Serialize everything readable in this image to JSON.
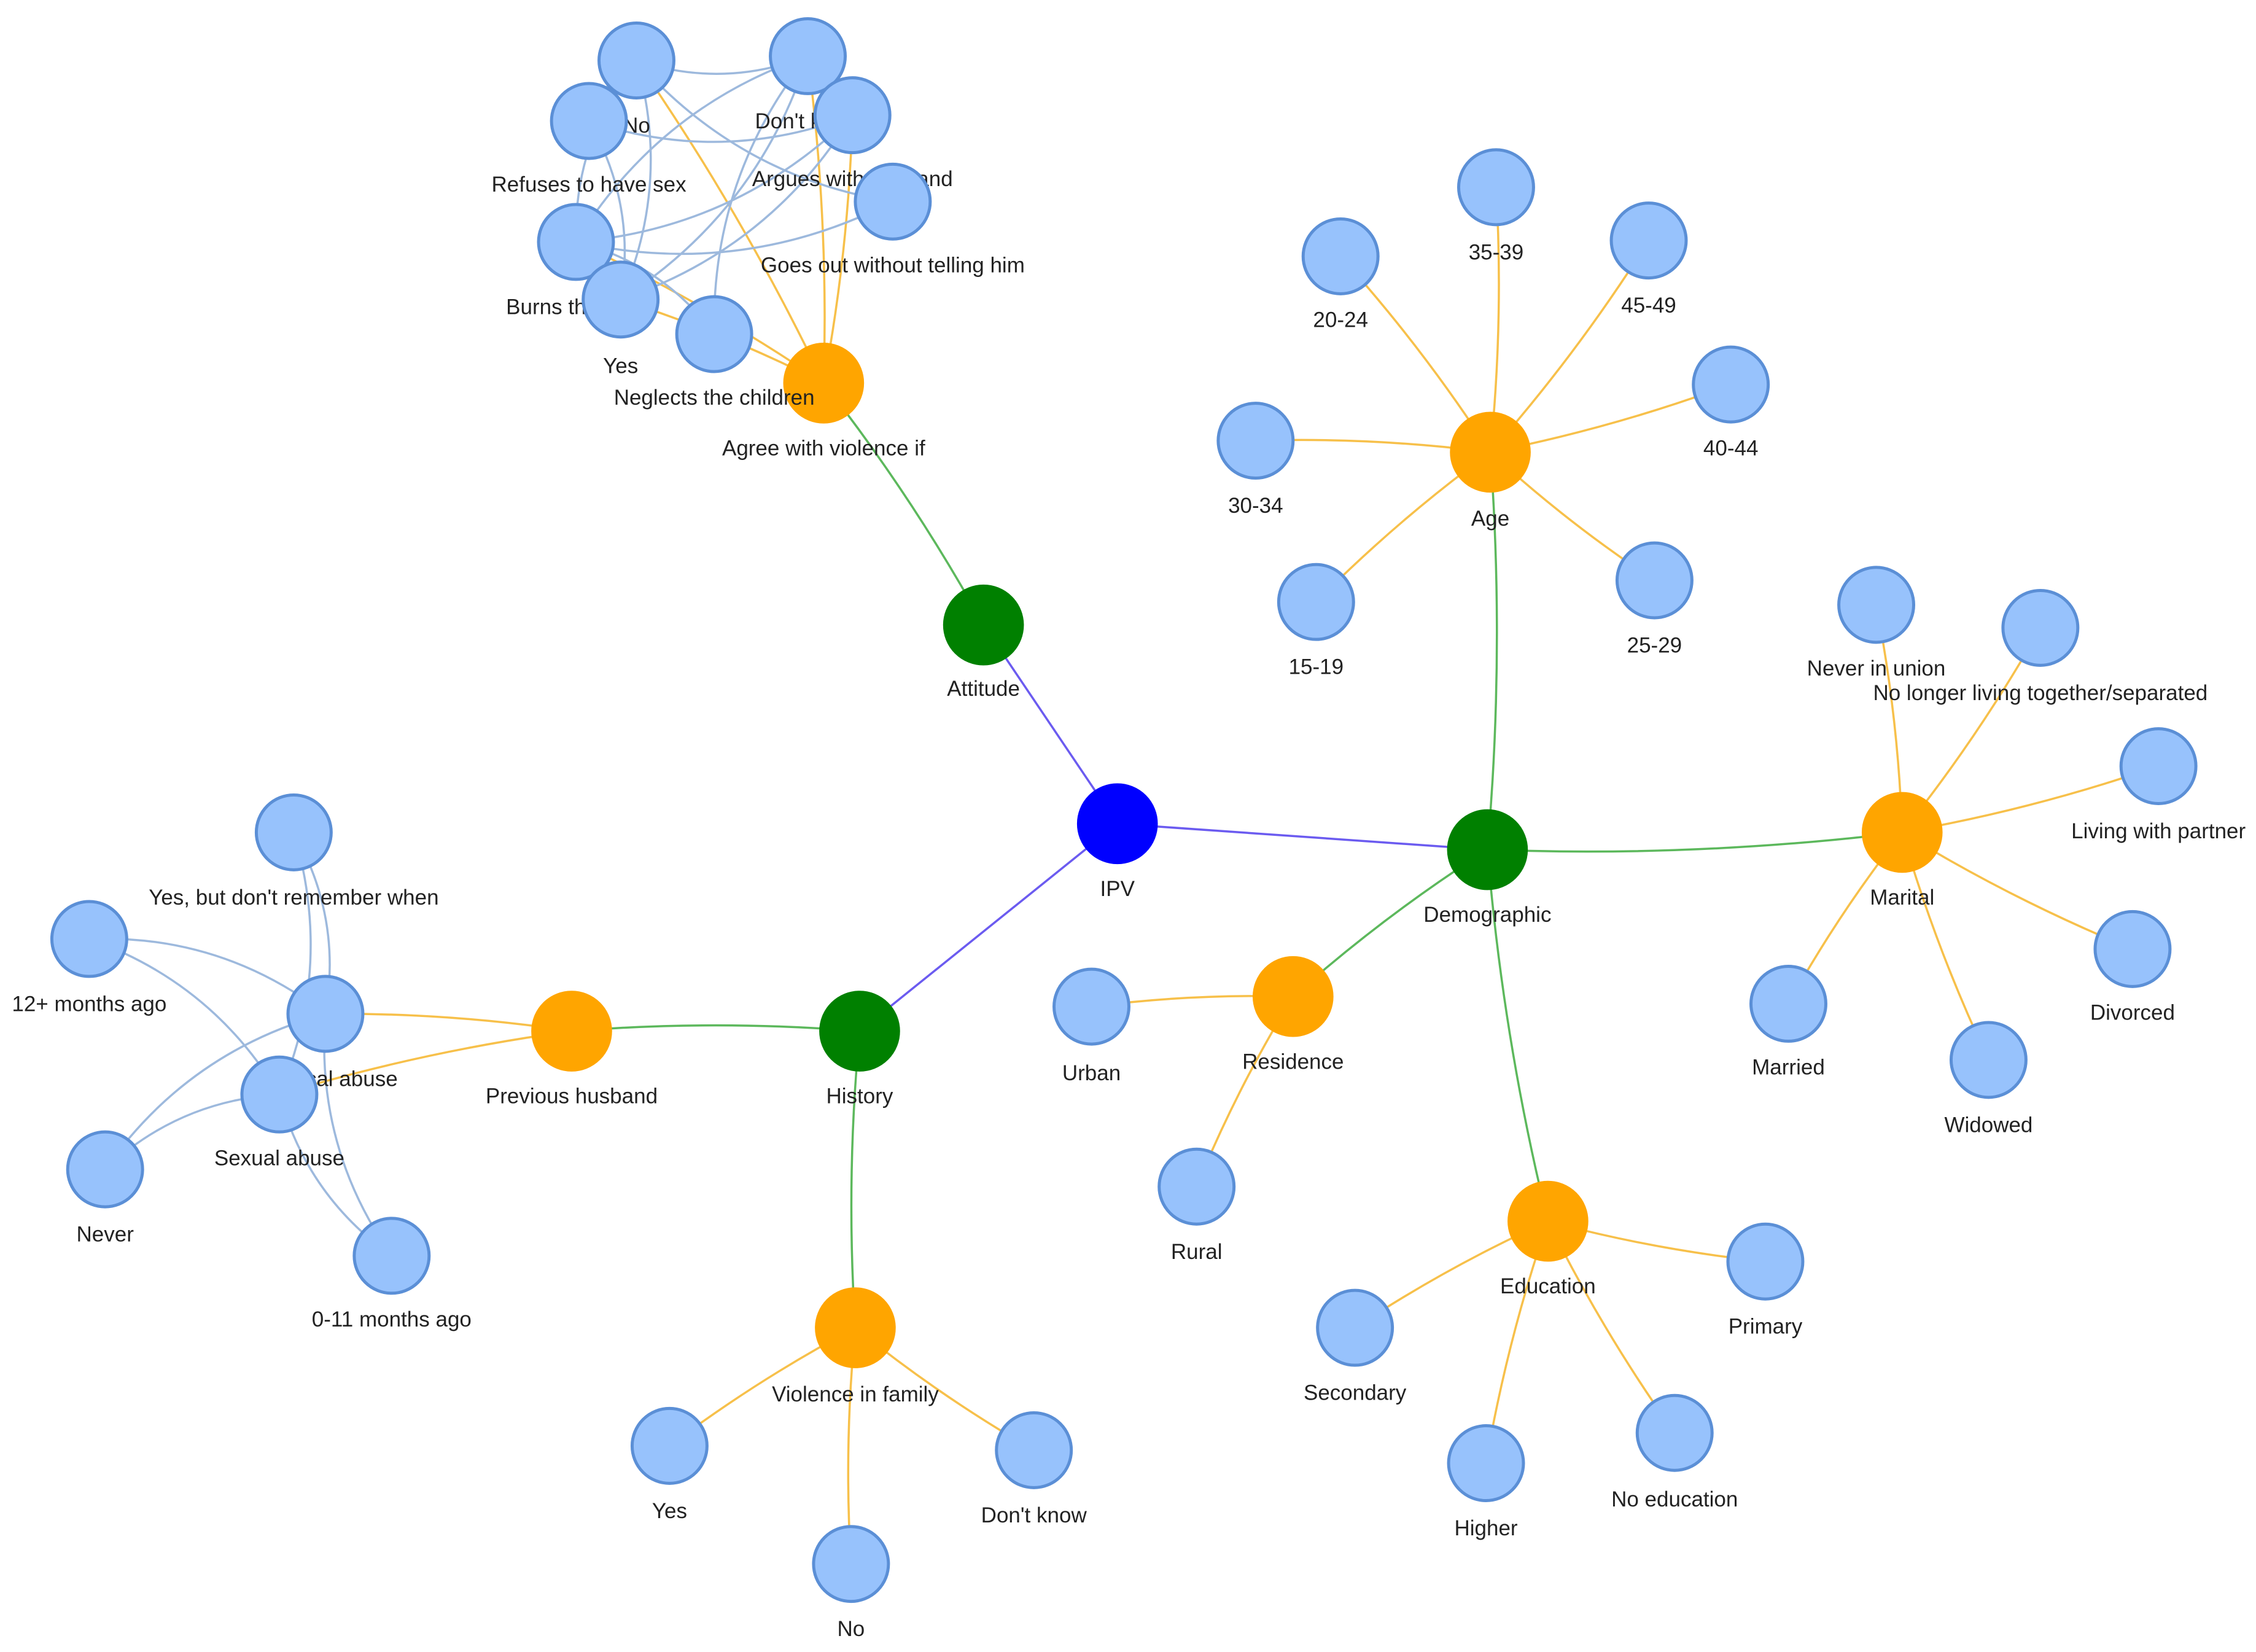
{
  "colors": {
    "root": "#0000ff",
    "category": "#008000",
    "variable": "#ffa500",
    "value": "#97c2fc",
    "value_border": "#5b8fd6",
    "edge_root": "#6b5bf0",
    "edge_category": "#5cb85c",
    "edge_variable": "#f7c04a",
    "edge_value": "#9db9dd"
  },
  "nodes": [
    {
      "id": "ipv",
      "label": "IPV",
      "kind": "root"
    },
    {
      "id": "attitude",
      "label": "Attitude",
      "kind": "category"
    },
    {
      "id": "history",
      "label": "History",
      "kind": "category"
    },
    {
      "id": "demographic",
      "label": "Demographic",
      "kind": "category"
    },
    {
      "id": "agree",
      "label": "Agree with violence if",
      "kind": "variable"
    },
    {
      "id": "prevhusband",
      "label": "Previous husband",
      "kind": "variable"
    },
    {
      "id": "violfamily",
      "label": "Violence in family",
      "kind": "variable"
    },
    {
      "id": "age",
      "label": "Age",
      "kind": "variable"
    },
    {
      "id": "marital",
      "label": "Marital",
      "kind": "variable"
    },
    {
      "id": "residence",
      "label": "Residence",
      "kind": "variable"
    },
    {
      "id": "education",
      "label": "Education",
      "kind": "variable"
    },
    {
      "id": "ag_no",
      "label": "No",
      "kind": "value"
    },
    {
      "id": "ag_dontknow",
      "label": "Don't know",
      "kind": "value"
    },
    {
      "id": "ag_refuses",
      "label": "Refuses to have sex",
      "kind": "value"
    },
    {
      "id": "ag_argues",
      "label": "Argues with husband",
      "kind": "value"
    },
    {
      "id": "ag_goesout",
      "label": "Goes out without telling him",
      "kind": "value"
    },
    {
      "id": "ag_burns",
      "label": "Burns the food",
      "kind": "value"
    },
    {
      "id": "ag_yes",
      "label": "Yes",
      "kind": "value"
    },
    {
      "id": "ag_neglects",
      "label": "Neglects the children",
      "kind": "value"
    },
    {
      "id": "age_2024",
      "label": "20-24",
      "kind": "value"
    },
    {
      "id": "age_3539",
      "label": "35-39",
      "kind": "value"
    },
    {
      "id": "age_4549",
      "label": "45-49",
      "kind": "value"
    },
    {
      "id": "age_4044",
      "label": "40-44",
      "kind": "value"
    },
    {
      "id": "age_3034",
      "label": "30-34",
      "kind": "value"
    },
    {
      "id": "age_1519",
      "label": "15-19",
      "kind": "value"
    },
    {
      "id": "age_2529",
      "label": "25-29",
      "kind": "value"
    },
    {
      "id": "mar_never",
      "label": "Never in union",
      "kind": "value"
    },
    {
      "id": "mar_nolonger",
      "label": "No longer living together/separated",
      "kind": "value"
    },
    {
      "id": "mar_living",
      "label": "Living with partner",
      "kind": "value"
    },
    {
      "id": "mar_divorced",
      "label": "Divorced",
      "kind": "value"
    },
    {
      "id": "mar_widowed",
      "label": "Widowed",
      "kind": "value"
    },
    {
      "id": "mar_married",
      "label": "Married",
      "kind": "value"
    },
    {
      "id": "res_urban",
      "label": "Urban",
      "kind": "value"
    },
    {
      "id": "res_rural",
      "label": "Rural",
      "kind": "value"
    },
    {
      "id": "edu_secondary",
      "label": "Secondary",
      "kind": "value"
    },
    {
      "id": "edu_primary",
      "label": "Primary",
      "kind": "value"
    },
    {
      "id": "edu_higher",
      "label": "Higher",
      "kind": "value"
    },
    {
      "id": "edu_noedu",
      "label": "No education",
      "kind": "value"
    },
    {
      "id": "ph_yesdont",
      "label": "Yes, but don't remember when",
      "kind": "value"
    },
    {
      "id": "ph_12plus",
      "label": "12+ months ago",
      "kind": "value"
    },
    {
      "id": "ph_physical",
      "label": "Physical abuse",
      "kind": "value"
    },
    {
      "id": "ph_sexual",
      "label": "Sexual abuse",
      "kind": "value"
    },
    {
      "id": "ph_never",
      "label": "Never",
      "kind": "value"
    },
    {
      "id": "ph_011",
      "label": "0-11 months ago",
      "kind": "value"
    },
    {
      "id": "vf_yes",
      "label": "Yes",
      "kind": "value"
    },
    {
      "id": "vf_no",
      "label": "No",
      "kind": "value"
    },
    {
      "id": "vf_dontknow",
      "label": "Don't know",
      "kind": "value"
    }
  ],
  "edges": [
    [
      "ipv",
      "attitude"
    ],
    [
      "ipv",
      "history"
    ],
    [
      "ipv",
      "demographic"
    ],
    [
      "attitude",
      "agree"
    ],
    [
      "history",
      "prevhusband"
    ],
    [
      "history",
      "violfamily"
    ],
    [
      "demographic",
      "age"
    ],
    [
      "demographic",
      "marital"
    ],
    [
      "demographic",
      "residence"
    ],
    [
      "demographic",
      "education"
    ],
    [
      "agree",
      "ag_yes"
    ],
    [
      "agree",
      "ag_no"
    ],
    [
      "agree",
      "ag_dontknow"
    ],
    [
      "agree",
      "ag_argues"
    ],
    [
      "agree",
      "ag_burns"
    ],
    [
      "ag_yes",
      "ag_burns"
    ],
    [
      "ag_yes",
      "ag_no"
    ],
    [
      "ag_yes",
      "ag_refuses"
    ],
    [
      "ag_yes",
      "ag_argues"
    ],
    [
      "ag_yes",
      "ag_dontknow"
    ],
    [
      "ag_no",
      "ag_dontknow"
    ],
    [
      "ag_no",
      "ag_goesout"
    ],
    [
      "ag_no",
      "ag_burns"
    ],
    [
      "ag_no",
      "ag_refuses"
    ],
    [
      "ag_refuses",
      "ag_argues"
    ],
    [
      "ag_burns",
      "ag_argues"
    ],
    [
      "ag_burns",
      "ag_goesout"
    ],
    [
      "ag_dontknow",
      "ag_burns"
    ],
    [
      "ag_dontknow",
      "ag_neglects"
    ],
    [
      "ag_neglects",
      "ag_burns"
    ],
    [
      "age",
      "age_2024"
    ],
    [
      "age",
      "age_3539"
    ],
    [
      "age",
      "age_4549"
    ],
    [
      "age",
      "age_4044"
    ],
    [
      "age",
      "age_3034"
    ],
    [
      "age",
      "age_1519"
    ],
    [
      "age",
      "age_2529"
    ],
    [
      "marital",
      "mar_never"
    ],
    [
      "marital",
      "mar_nolonger"
    ],
    [
      "marital",
      "mar_living"
    ],
    [
      "marital",
      "mar_divorced"
    ],
    [
      "marital",
      "mar_widowed"
    ],
    [
      "marital",
      "mar_married"
    ],
    [
      "residence",
      "res_urban"
    ],
    [
      "residence",
      "res_rural"
    ],
    [
      "education",
      "edu_secondary"
    ],
    [
      "education",
      "edu_primary"
    ],
    [
      "education",
      "edu_higher"
    ],
    [
      "education",
      "edu_noedu"
    ],
    [
      "prevhusband",
      "ph_physical"
    ],
    [
      "prevhusband",
      "ph_sexual"
    ],
    [
      "ph_physical",
      "ph_yesdont"
    ],
    [
      "ph_physical",
      "ph_12plus"
    ],
    [
      "ph_physical",
      "ph_never"
    ],
    [
      "ph_physical",
      "ph_011"
    ],
    [
      "ph_sexual",
      "ph_yesdont"
    ],
    [
      "ph_sexual",
      "ph_12plus"
    ],
    [
      "ph_sexual",
      "ph_never"
    ],
    [
      "ph_sexual",
      "ph_011"
    ],
    [
      "violfamily",
      "vf_yes"
    ],
    [
      "violfamily",
      "vf_no"
    ],
    [
      "violfamily",
      "vf_dontknow"
    ]
  ]
}
